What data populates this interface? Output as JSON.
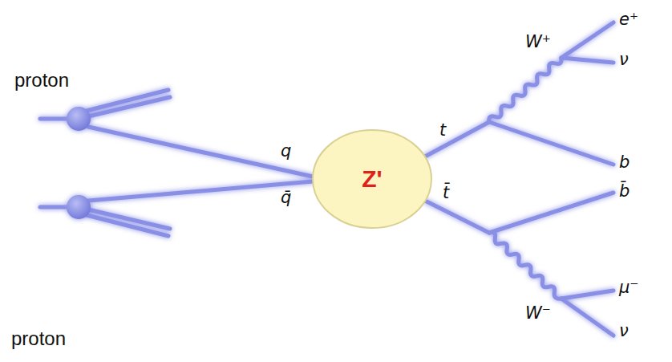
{
  "diagram": {
    "nodes": [
      {
        "text": [
          "Z'"
        ]
      }
    ],
    "labels": [
      "proton",
      "q",
      "q̄",
      "t",
      "t̄",
      "W⁺",
      "e⁺",
      "ν",
      "b",
      "b̄",
      "W⁻",
      "μ⁻",
      "ν",
      "proton"
    ]
  }
}
